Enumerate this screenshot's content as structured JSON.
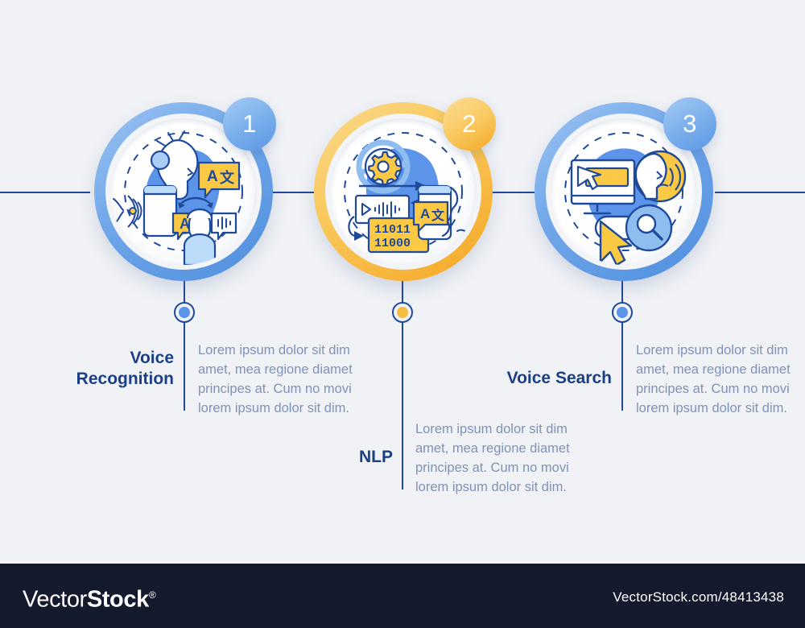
{
  "theme": {
    "background": "#f0f2f6",
    "line_color": "#1f4a9c",
    "title_color": "#1a3f84",
    "body_color": "#7e93b8",
    "accent_blue": "#5b94e8",
    "accent_amber": "#f7bd3f",
    "icon_outline": "#1f4a9c",
    "footer_bg": "#141a2e"
  },
  "steps": [
    {
      "number": "1",
      "title": "Voice\nRecognition",
      "title_line1": "Voice",
      "title_line2": "Recognition",
      "body": "Lorem ipsum dolor sit dim amet, mea regione diamet principes at. Cum no movi lorem ipsum dolor sit dim.",
      "color": "#5b94e8",
      "icon_name": "voice-recognition-illustration"
    },
    {
      "number": "2",
      "title": "NLP",
      "title_line1": "NLP",
      "title_line2": "",
      "body": "Lorem ipsum dolor sit dim amet, mea regione diamet principes at. Cum no movi lorem ipsum dolor sit dim.",
      "color": "#f7bd3f",
      "icon_name": "nlp-processing-illustration"
    },
    {
      "number": "3",
      "title": "Voice Search",
      "title_line1": "Voice Search",
      "title_line2": "",
      "body": "Lorem ipsum dolor sit dim amet, mea regione diamet principes at. Cum no movi lorem ipsum dolor sit dim.",
      "color": "#5b94e8",
      "icon_name": "voice-search-illustration"
    }
  ],
  "footer": {
    "logo_part1": "Vector",
    "logo_part2": "Stock",
    "logo_mark": "®",
    "url": "VectorStock.com/48413438"
  }
}
